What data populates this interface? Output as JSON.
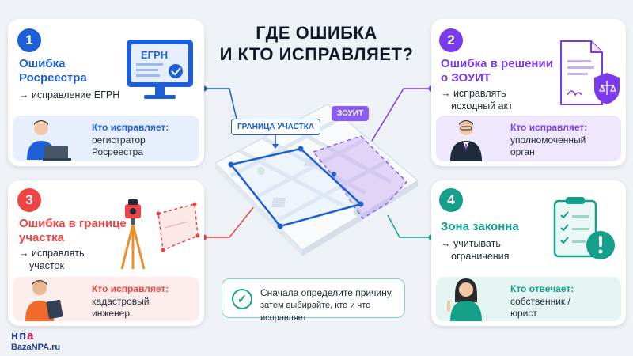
{
  "header": {
    "line1": "ГДЕ ОШИБКА",
    "line2": "И КТО ИСПРАВЛЯЕТ?"
  },
  "cards": {
    "c1": {
      "num": "1",
      "title1": "Ошибка",
      "title2": "Росреестра",
      "action": "→ исправление ЕГРН",
      "screen_label": "ЕГРН",
      "who_label": "Кто исправляет:",
      "who1": "регистратор",
      "who2": "Росреестра"
    },
    "c2": {
      "num": "2",
      "title1": "Ошибка в решении",
      "title2": "о ЗОУИТ",
      "action1": "→ исправлять",
      "action2": "исходный акт",
      "who_label": "Кто исправляет:",
      "who1": "уполномоченный",
      "who2": "орган"
    },
    "c3": {
      "num": "3",
      "title1": "Ошибка в границе",
      "title2": "участка",
      "action1": "→ исправлять",
      "action2": "участок",
      "who_label": "Кто исправляет:",
      "who1": "кадастровый",
      "who2": "инженер"
    },
    "c4": {
      "num": "4",
      "title1": "Зона законна",
      "action1": "→ учитывать",
      "action2": "ограничения",
      "who_label": "Кто отвечает:",
      "who1": "собственник /",
      "who2": "юрист"
    }
  },
  "map": {
    "boundary_tag": "ГРАНИЦА УЧАСТКА",
    "zone_tag": "ЗОУИТ"
  },
  "tip": {
    "line1": "Сначала определите причину,",
    "line2": "затем выбирайте, кто и что исправляет"
  },
  "logo": {
    "mark_a": "н",
    "mark_b": "п",
    "mark_c": "а",
    "site": "BazaNPA.ru"
  },
  "colors": {
    "blue": "#1d5fd6",
    "purple": "#7c3aed",
    "red": "#ef4444",
    "teal": "#14a08a"
  }
}
